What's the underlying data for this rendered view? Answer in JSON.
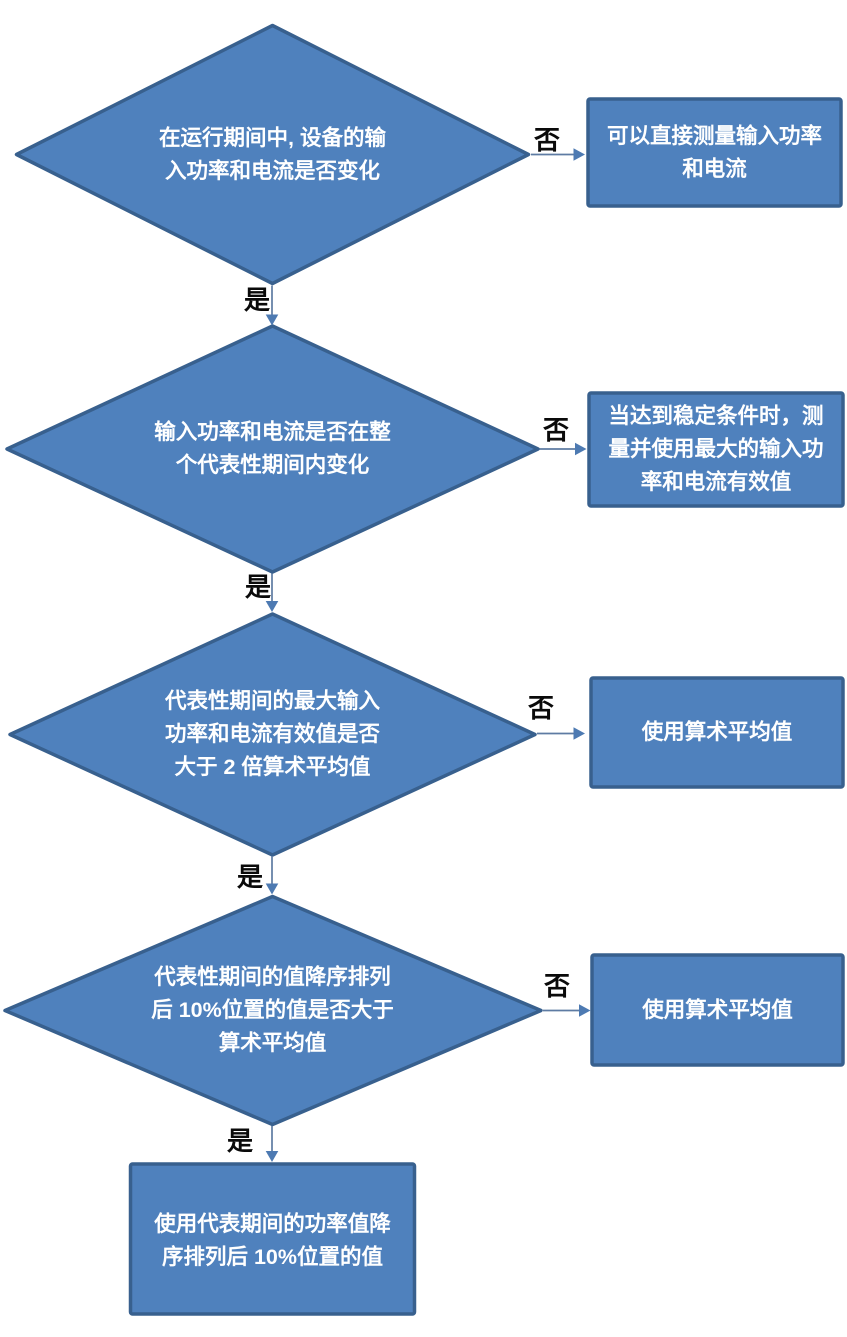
{
  "colors": {
    "background": "#ffffff",
    "node_fill": "#4f81bd",
    "node_border": "#38608e",
    "connector": "#5e7ba3",
    "arrowhead": "#4d7ab2",
    "node_text": "#ffffff",
    "edge_label_text": "#0a0a0a"
  },
  "nodes": [
    {
      "id": "decision-1",
      "shape": "diamond",
      "text": "在运行期间中, 设备的输\n入功率和电流是否变化"
    },
    {
      "id": "process-no-1",
      "shape": "rect",
      "text": "可以直接测量输入功率\n和电流"
    },
    {
      "id": "decision-2",
      "shape": "diamond",
      "text": "输入功率和电流是否在整\n个代表性期间内变化"
    },
    {
      "id": "process-no-2",
      "shape": "rect",
      "text": "当达到稳定条件时，测\n量并使用最大的输入功\n率和电流有效值"
    },
    {
      "id": "decision-3",
      "shape": "diamond",
      "text": "代表性期间的最大输入\n功率和电流有效值是否\n大于 2 倍算术平均值"
    },
    {
      "id": "process-no-3",
      "shape": "rect",
      "text": "使用算术平均值"
    },
    {
      "id": "decision-4",
      "shape": "diamond",
      "text": "代表性期间的值降序排列\n后 10%位置的值是否大于\n算术平均值"
    },
    {
      "id": "process-no-4",
      "shape": "rect",
      "text": "使用算术平均值"
    },
    {
      "id": "process-final",
      "shape": "rect",
      "text": "使用代表期间的功率值降\n序排列后 10%位置的值"
    }
  ],
  "edges": [
    {
      "from": "decision-1",
      "to": "process-no-1",
      "label": "否"
    },
    {
      "from": "decision-1",
      "to": "decision-2",
      "label": "是"
    },
    {
      "from": "decision-2",
      "to": "process-no-2",
      "label": "否"
    },
    {
      "from": "decision-2",
      "to": "decision-3",
      "label": "是"
    },
    {
      "from": "decision-3",
      "to": "process-no-3",
      "label": "否"
    },
    {
      "from": "decision-3",
      "to": "decision-4",
      "label": "是"
    },
    {
      "from": "decision-4",
      "to": "process-no-4",
      "label": "否"
    },
    {
      "from": "decision-4",
      "to": "process-final",
      "label": "是"
    }
  ]
}
